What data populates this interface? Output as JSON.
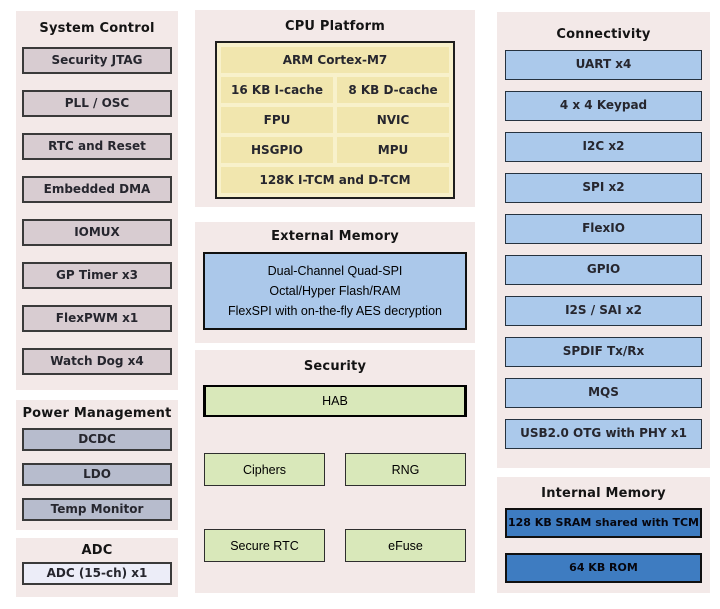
{
  "colors": {
    "panel_background": "#f3e9e8",
    "system_control_block": "#d8ccd1",
    "power_block": "#b7bccd",
    "adc_block": "#ecedf8",
    "cpu_outer": "#f8f1cb",
    "cpu_cell": "#f1e6ae",
    "external_memory_blue": "#abc8ea",
    "security_green": "#d9e8ba",
    "connectivity_blue": "#abc9eb",
    "internal_memory_blue": "#3e7cc1"
  },
  "system_control": {
    "title": "System Control",
    "items": [
      "Security JTAG",
      "PLL / OSC",
      "RTC and Reset",
      "Embedded DMA",
      "IOMUX",
      "GP Timer x3",
      "FlexPWM x1",
      "Watch Dog x4"
    ]
  },
  "power_management": {
    "title": "Power Management",
    "items": [
      "DCDC",
      "LDO",
      "Temp Monitor"
    ]
  },
  "adc": {
    "title": "ADC",
    "items": [
      "ADC (15-ch) x1"
    ]
  },
  "cpu_platform": {
    "title": "CPU Platform",
    "top": "ARM Cortex-M7",
    "cells": [
      "16 KB I-cache",
      "8 KB D-cache",
      "FPU",
      "NVIC",
      "HSGPIO",
      "MPU"
    ],
    "bottom": "128K I-TCM and D-TCM"
  },
  "external_memory": {
    "title": "External Memory",
    "lines": [
      "Dual-Channel Quad-SPI",
      "Octal/Hyper Flash/RAM",
      "FlexSPI with on-the-fly AES decryption"
    ]
  },
  "security": {
    "title": "Security",
    "hab": "HAB",
    "cells": [
      "Ciphers",
      "RNG",
      "Secure RTC",
      "eFuse"
    ]
  },
  "connectivity": {
    "title": "Connectivity",
    "items": [
      "UART x4",
      "4 x 4 Keypad",
      "I2C x2",
      "SPI x2",
      "FlexIO",
      "GPIO",
      "I2S / SAI x2",
      "SPDIF Tx/Rx",
      "MQS",
      "USB2.0 OTG with PHY x1"
    ]
  },
  "internal_memory": {
    "title": "Internal Memory",
    "items": [
      "128 KB SRAM shared with TCM",
      "64 KB ROM"
    ]
  }
}
